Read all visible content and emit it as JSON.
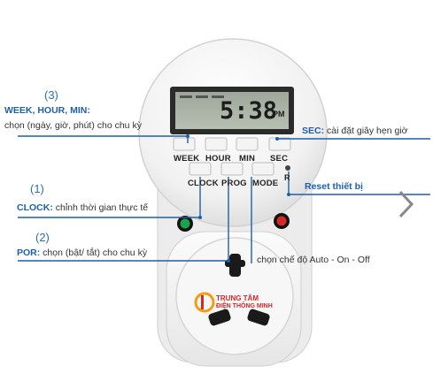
{
  "display": {
    "time": "5:38",
    "suffix": "PM"
  },
  "buttons": {
    "week": "WEEK",
    "hour": "HOUR",
    "min": "MIN",
    "sec": "SEC",
    "clock": "CLOCK",
    "prog": "PROG",
    "mode": "MODE",
    "reset": "R"
  },
  "annotations": {
    "week_num": "(3)",
    "week_title": "WEEK, HOUR, MIN:",
    "week_desc": "chọn (ngày, giờ, phút) cho chu kỳ",
    "clock_num": "(1)",
    "clock_title": "CLOCK:",
    "clock_desc": "chỉnh thời gian thực tế",
    "por_num": "(2)",
    "por_title": "POR:",
    "por_desc": "chọn (bật/ tắt) cho chu kỳ",
    "sec_title": "SEC:",
    "sec_desc": "cài đặt giây hẹn giờ",
    "reset_title": "Reset thiết bị",
    "mode_desc": "chọn chế độ Auto - On - Off"
  },
  "logo": {
    "line1": "TRUNG TÂM",
    "line2": "ĐIỆN THÔNG MINH"
  },
  "colors": {
    "accent": "#1f5fa8",
    "led_green": "#1aa34a",
    "led_red": "#d62828",
    "logo_orange": "#f39c12"
  }
}
